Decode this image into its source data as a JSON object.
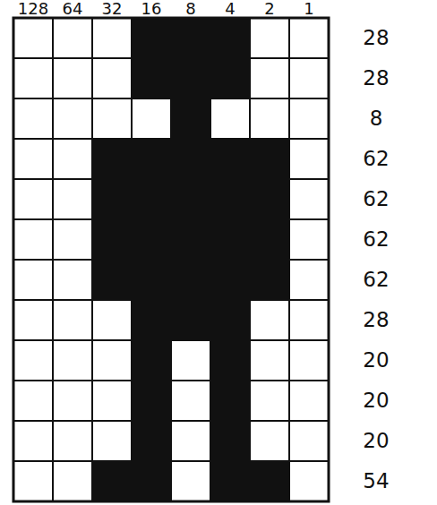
{
  "diagram": {
    "labels": [
      "128",
      "64",
      "32",
      "16",
      "8",
      "4",
      "2",
      "1",
      "28",
      "28",
      "8",
      "62",
      "62",
      "62",
      "62",
      "28",
      "20",
      "20",
      "20",
      "54"
    ]
  }
}
